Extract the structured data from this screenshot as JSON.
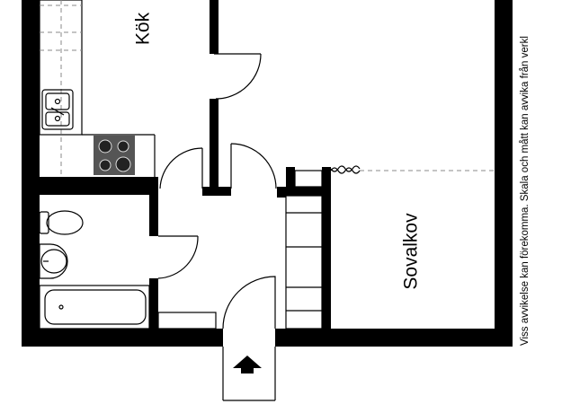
{
  "plan": {
    "rooms": {
      "kitchen": "Kök",
      "bedroom_alcove": "Sovalkov"
    },
    "disclaimer": "Viss avvikelse kan förekomma. Skala och mått kan avvika från verkl"
  },
  "colors": {
    "wall": "#000000",
    "background": "#ffffff",
    "stove": "#555555"
  }
}
